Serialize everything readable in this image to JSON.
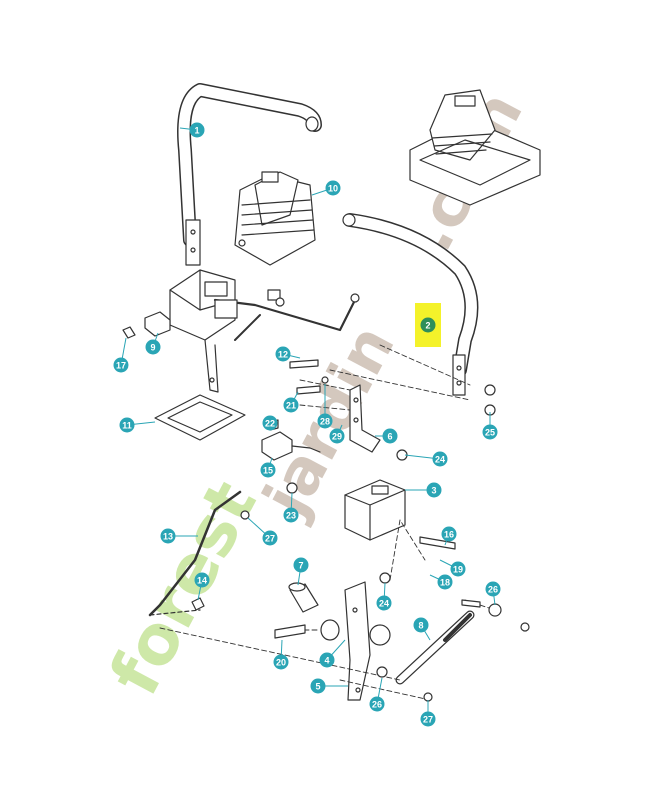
{
  "watermark": {
    "text_forest": "forest",
    "text_jardin": "jardin",
    "text_com": ".com",
    "color_green": "#c6e49a",
    "color_brown": "#cdbfb3"
  },
  "colors": {
    "callout_teal": "#2aa5b5",
    "callout_highlight": "#f4f22a",
    "callout_highlight_dot": "#2e8f5a",
    "line_art": "#333333"
  },
  "callouts": [
    {
      "id": "c1",
      "label": "1"
    },
    {
      "id": "c2",
      "label": "2",
      "highlight": true
    },
    {
      "id": "c3",
      "label": "3"
    },
    {
      "id": "c4",
      "label": "4"
    },
    {
      "id": "c5",
      "label": "5"
    },
    {
      "id": "c6",
      "label": "6"
    },
    {
      "id": "c7",
      "label": "7"
    },
    {
      "id": "c8",
      "label": "8"
    },
    {
      "id": "c9",
      "label": "9"
    },
    {
      "id": "c10",
      "label": "10"
    },
    {
      "id": "c11",
      "label": "11"
    },
    {
      "id": "c12",
      "label": "12"
    },
    {
      "id": "c13",
      "label": "13"
    },
    {
      "id": "c14",
      "label": "14"
    },
    {
      "id": "c15",
      "label": "15"
    },
    {
      "id": "c16",
      "label": "16"
    },
    {
      "id": "c17",
      "label": "17"
    },
    {
      "id": "c18",
      "label": "18"
    },
    {
      "id": "c19",
      "label": "19"
    },
    {
      "id": "c20",
      "label": "20"
    },
    {
      "id": "c21",
      "label": "21"
    },
    {
      "id": "c22",
      "label": "22"
    },
    {
      "id": "c23",
      "label": "23"
    },
    {
      "id": "c24a",
      "label": "24"
    },
    {
      "id": "c24b",
      "label": "24"
    },
    {
      "id": "c25",
      "label": "25"
    },
    {
      "id": "c26a",
      "label": "26"
    },
    {
      "id": "c26b",
      "label": "26"
    },
    {
      "id": "c27a",
      "label": "27"
    },
    {
      "id": "c27b",
      "label": "27"
    },
    {
      "id": "c28",
      "label": "28"
    },
    {
      "id": "c29",
      "label": "29"
    }
  ]
}
